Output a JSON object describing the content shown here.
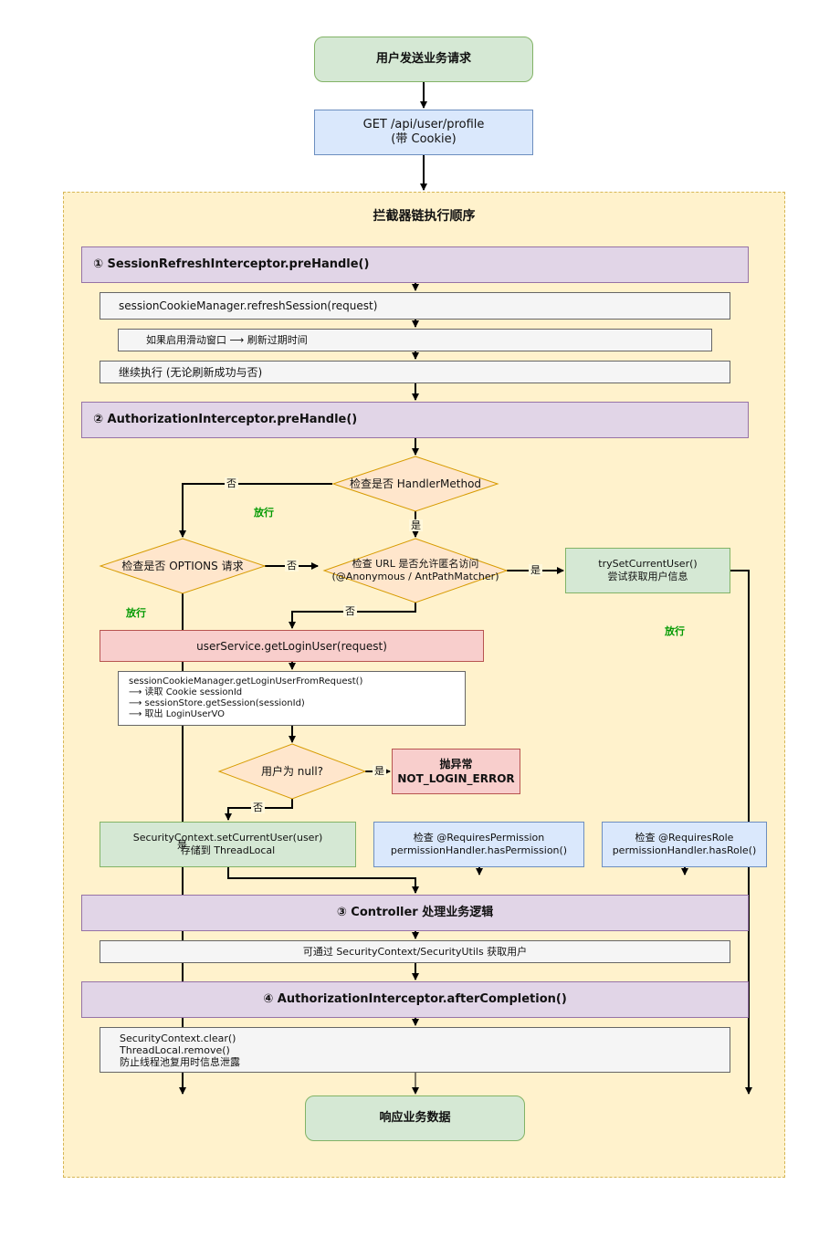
{
  "start": "用户发送业务请求",
  "request": "GET /api/user/profile\n(带 Cookie)",
  "container_title": "拦截器链执行顺序",
  "step1": {
    "title": "① SessionRefreshInterceptor.preHandle()",
    "refresh": "sessionCookieManager.refreshSession(request)",
    "sliding": "如果启用滑动窗口 ⟶ 刷新过期时间",
    "continue": "继续执行 (无论刷新成功与否)"
  },
  "step2": {
    "title": "② AuthorizationInterceptor.preHandle()",
    "check_handler": "检查是否 HandlerMethod",
    "check_options": "检查是否 OPTIONS 请求",
    "check_anonymous": "检查 URL 是否允许匿名访问\n(@Anonymous / AntPathMatcher)",
    "try_set_user": "trySetCurrentUser()\n尝试获取用户信息",
    "get_login_user": "userService.getLoginUser(request)",
    "get_login_detail": "sessionCookieManager.getLoginUserFromRequest()\n⟶ 读取 Cookie sessionId\n⟶ sessionStore.getSession(sessionId)\n⟶ 取出 LoginUserVO",
    "user_null": "用户为 null?",
    "throw_error_line1": "抛异常",
    "throw_error_line2": "NOT_LOGIN_ERROR",
    "set_context": "SecurityContext.setCurrentUser(user)\n存储到 ThreadLocal",
    "check_permission": "检查 @RequiresPermission\npermissionHandler.hasPermission()",
    "check_role": "检查 @RequiresRole\npermissionHandler.hasRole()"
  },
  "step3": {
    "title": "③ Controller 处理业务逻辑",
    "detail": "可通过 SecurityContext/SecurityUtils 获取用户"
  },
  "step4": {
    "title": "④ AuthorizationInterceptor.afterCompletion()",
    "detail": "SecurityContext.clear()\nThreadLocal.remove()\n防止线程池复用时信息泄露"
  },
  "end": "响应业务数据",
  "labels": {
    "no": "否",
    "yes": "是",
    "pass": "放行"
  },
  "colors": {
    "container_fill": "#fff2cc",
    "container_border": "#d6b656",
    "green_fill": "#d5e8d4",
    "blue_fill": "#dae8fc",
    "purple_fill": "#e1d5e7",
    "gray_fill": "#f5f5f5",
    "red_fill": "#f8cecc",
    "diamond_fill": "#ffe6cc",
    "pass_text": "#009900"
  }
}
